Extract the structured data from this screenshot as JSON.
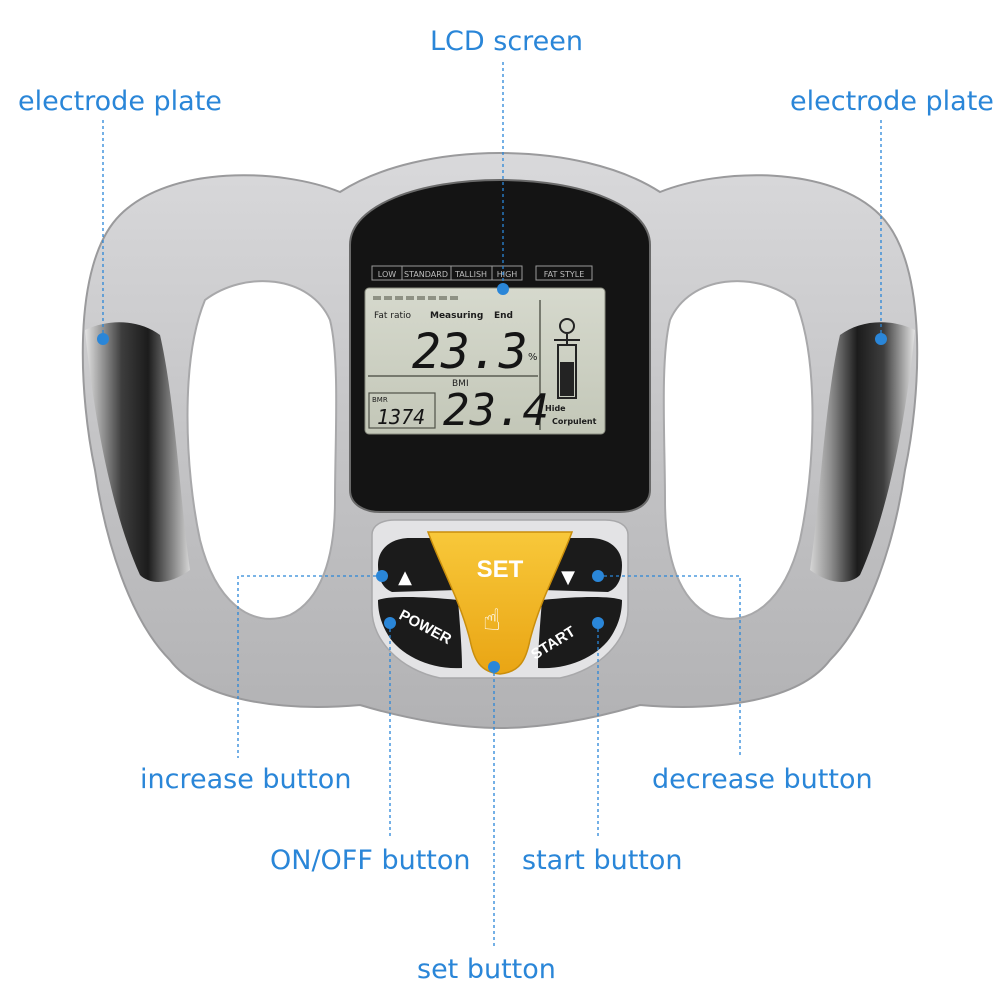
{
  "callouts": {
    "lcd_screen": "LCD screen",
    "electrode_left": "electrode plate",
    "electrode_right": "electrode plate",
    "increase": "increase button",
    "decrease": "decrease button",
    "onoff": "ON/OFF button",
    "start": "start button",
    "set": "set button"
  },
  "lcd": {
    "categories": [
      "LOW",
      "STANDARD",
      "TALLISH",
      "HIGH"
    ],
    "fat_style": "FAT STYLE",
    "fat_ratio_label": "Fat ratio",
    "measuring_label": "Measuring",
    "end_label": "End",
    "fat_value": "23.3",
    "percent_sign": "%",
    "bmi_label": "BMI",
    "bmr_label": "BMR",
    "bmr_value": "1374",
    "bmi_value": "23.4",
    "hide_label": "Hide",
    "corpulent_label": "Corpulent"
  },
  "buttons": {
    "set_label": "SET",
    "power_label": "POWER",
    "start_label": "START",
    "up_symbol": "▲",
    "down_symbol": "▼",
    "finger_symbol": "☝"
  },
  "colors": {
    "callout_blue": "#2a86d8",
    "device_silver": "#c9c9cb",
    "lcd_green": "#cfd3c4",
    "set_yellow": "#f4b821",
    "button_black": "#1b1b1b"
  }
}
